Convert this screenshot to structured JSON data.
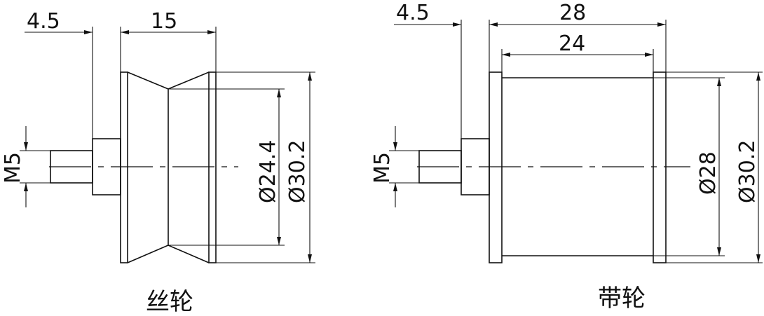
{
  "left": {
    "caption": "丝轮",
    "dims": {
      "shaft_len": "4.5",
      "body_width": "15",
      "thread": "M5",
      "groove_dia": "Ø24.4",
      "outer_dia": "Ø30.2"
    }
  },
  "right": {
    "caption": "带轮",
    "dims": {
      "shaft_len": "4.5",
      "body_width": "28",
      "inner_width": "24",
      "thread": "M5",
      "body_dia": "Ø28",
      "outer_dia": "Ø30.2"
    }
  }
}
